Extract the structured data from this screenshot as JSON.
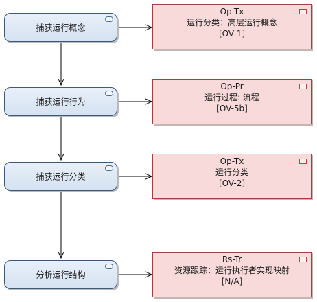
{
  "activities": [
    {
      "label": "捕获运行概念"
    },
    {
      "label": "捕获运行行为"
    },
    {
      "label": "捕获运行分类"
    },
    {
      "label": "分析运行结构"
    }
  ],
  "artifacts": [
    {
      "code": "Op-Tx",
      "description": "运行分类：高层运行概念",
      "view": "[OV-1]"
    },
    {
      "code": "Op-Pr",
      "description": "运行过程: 流程",
      "view": "[OV-5b]"
    },
    {
      "code": "Op-Tx",
      "description": "运行分类",
      "view": "[OV-2]"
    },
    {
      "code": "Rs-Tr",
      "description": "资源跟踪：运行执行者实现映射",
      "view": "[N/A]"
    }
  ],
  "colors": {
    "activity_fill": "#dbe6f3",
    "activity_border": "#3c5a78",
    "artifact_fill": "#f8dada",
    "artifact_border": "#a04040",
    "connector": "#000000"
  }
}
